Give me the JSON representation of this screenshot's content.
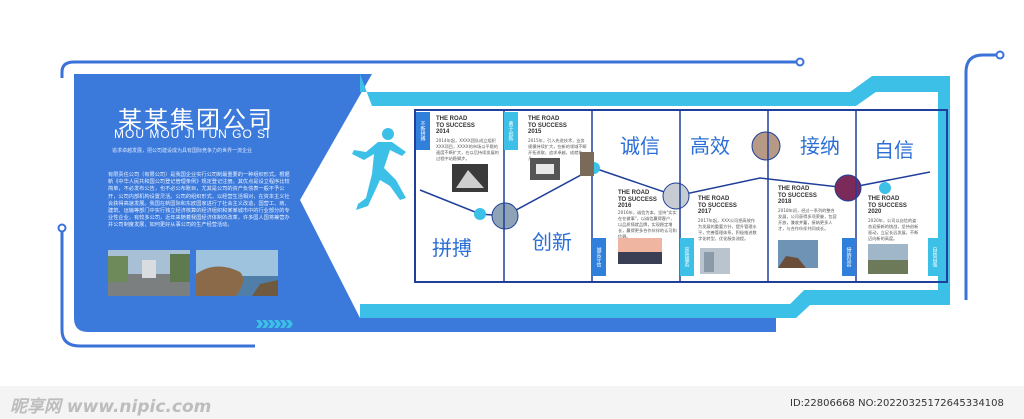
{
  "company": {
    "name_cn": "某某集团公司",
    "name_en": "MOU MOU JI TUN GO SI",
    "tagline": "追求卓越发展，把公司建设成为具有国际竞争力的世界一流企业",
    "intro": "有限责任公司（有限公司）是我国企业实行公司制最重要的一种组织形式。根据新《中华人民共和国公司登记管理条例》规定登记注册。其优点是设立程序比较简单，不必发布公告，也不必公布账目，尤其是公司的资产负债表一般不予公开，公司内部机构设置灵活。公司的组织形式，以经营生活相对，在资本主义社会获得高速发展。我国在新国际和东欧国家进行了社会主义改造，国营工、商、建筑、运输等部门中实行独立经济核算的经济组织和某某城市中的行业部分的专业性企业，有较多公司，近年来随着我国经济体制的改革，许多国人国将兼营办并公司制度发展，如何更好从事公司的生产经营活动。"
  },
  "timeline": [
    {
      "title": "THE ROAD\nTO SUCCESS\n2014",
      "text": "2014年起，XXXX团队成立组织XXX项目，XXXX的市场以平稳的速度不断扩大，在以后持续发展的过程中站稳脚步。",
      "tag": "不断拼搏",
      "virtue": "拼搏"
    },
    {
      "title": "THE ROAD\nTO SUCCESS\n2015",
      "text": "2015年，引入先进技术，业务规模持续扩大，在新的领域不断开拓进取，追求卓越，成就非凡。",
      "tag": "勇于创新",
      "virtue": "创新"
    },
    {
      "title": "THE ROAD\nTO SUCCESS\n2016",
      "text": "2016年，诚信为本，坚持\"实实在在做事\"，以诚信赢得客户，以品质铸就品牌，实现稳定增长，赢得更多合作伙伴的认可和信赖。",
      "tag": "诚实守信",
      "virtue": "诚信"
    },
    {
      "title": "THE ROAD\nTO SUCCESS\n2017",
      "text": "2017年起，XXX公司把高效作为发展的重要方针，提升管理水平，完善管理体系，积极推进数字化转型，优化服务流程。",
      "tag": "高效服务",
      "virtue": "高效"
    },
    {
      "title": "THE ROAD\nTO SUCCESS\n2018",
      "text": "2018年初，经过一系列的整合发展，公司获得多项荣誉，包容开放，兼收并蓄，接纳更多人才，与合作伙伴共同成长。",
      "tag": "接纳包容",
      "virtue": "接纳"
    },
    {
      "title": "THE ROAD\nTO SUCCESS\n2020",
      "text": "2020年，公司以自信的姿态迎接新的挑战，坚持创新驱动，立足长远发展，不断迈向新的高度。",
      "tag": "自信自强",
      "virtue": "自信"
    }
  ],
  "watermark": {
    "site": "昵享网 www.nipic.com",
    "id": "ID:22806668 NO:20220325172645334108"
  },
  "colors": {
    "primary": "#2f7fdb",
    "accent": "#3cc0e8",
    "dark_border": "#1f3f9a"
  }
}
